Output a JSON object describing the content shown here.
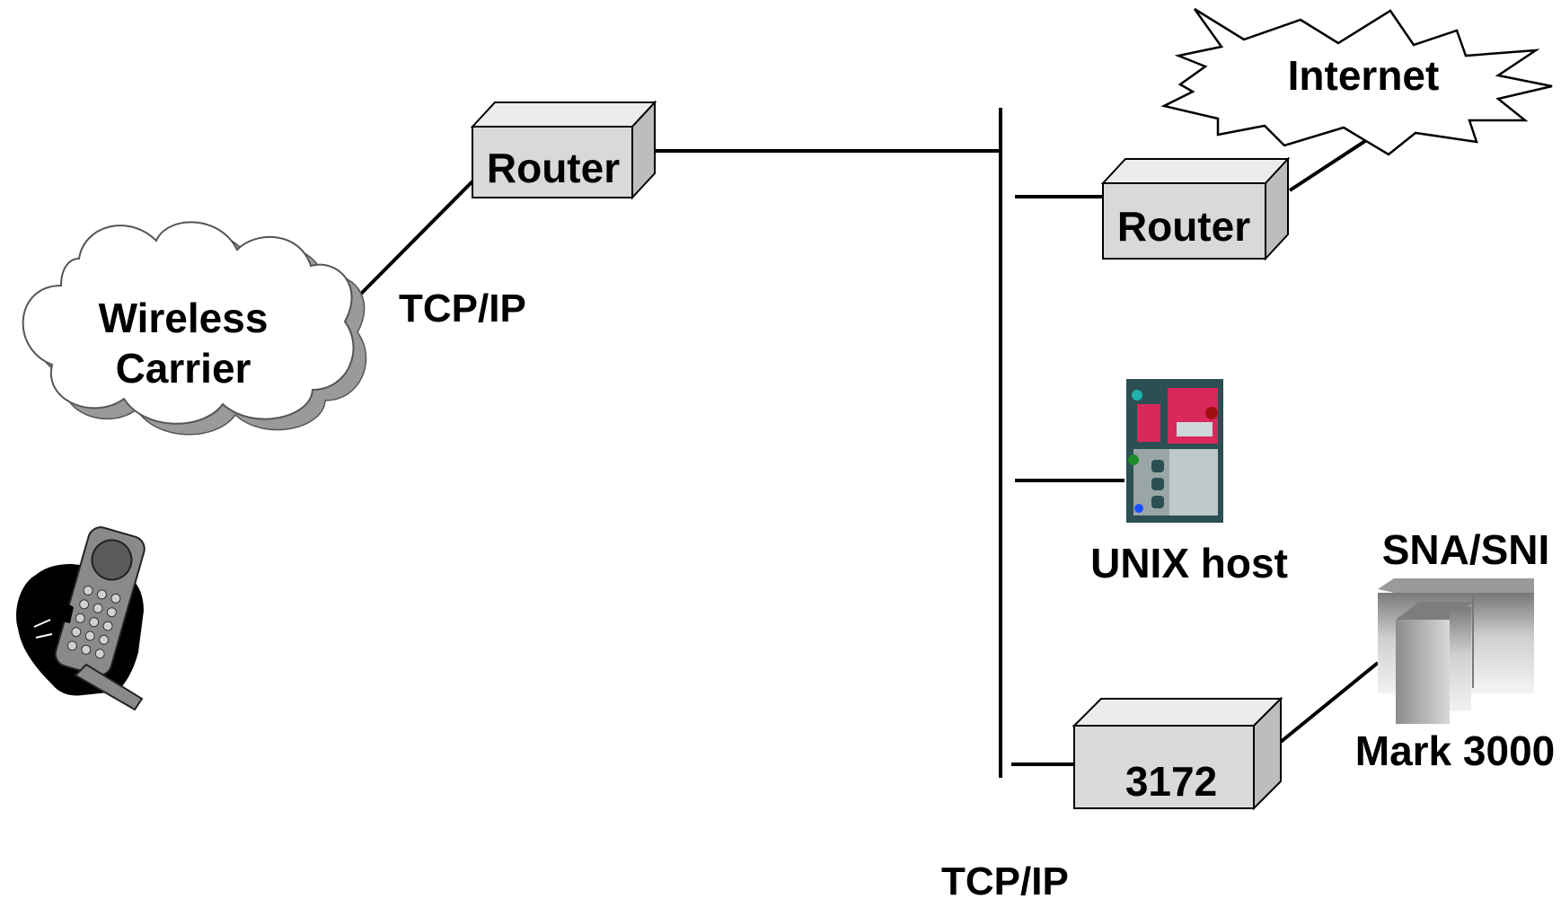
{
  "cloud": {
    "line1": "Wireless",
    "line2": "Carrier"
  },
  "internet": {
    "label": "Internet"
  },
  "router_left": {
    "label": "Router"
  },
  "router_right": {
    "label": "Router"
  },
  "link_label_top": "TCP/IP",
  "link_label_bottom": "TCP/IP",
  "unix_host": {
    "label": "UNIX host"
  },
  "controller": {
    "label": "3172"
  },
  "mainframe": {
    "top_label": "SNA/SNI",
    "bottom_label": "Mark 3000"
  },
  "colors": {
    "device_fill": "#d9d9d9",
    "device_top": "#ececec",
    "device_side": "#bdbdbd",
    "cloud_shadow": "#9a9a9a",
    "server_accent": "#d8285c",
    "server_teal": "#2f6f73",
    "line": "#000000"
  },
  "icons": [
    "cloud-icon",
    "starburst-icon",
    "router-icon",
    "server-icon",
    "mainframe-icon",
    "cell-phone-icon"
  ]
}
